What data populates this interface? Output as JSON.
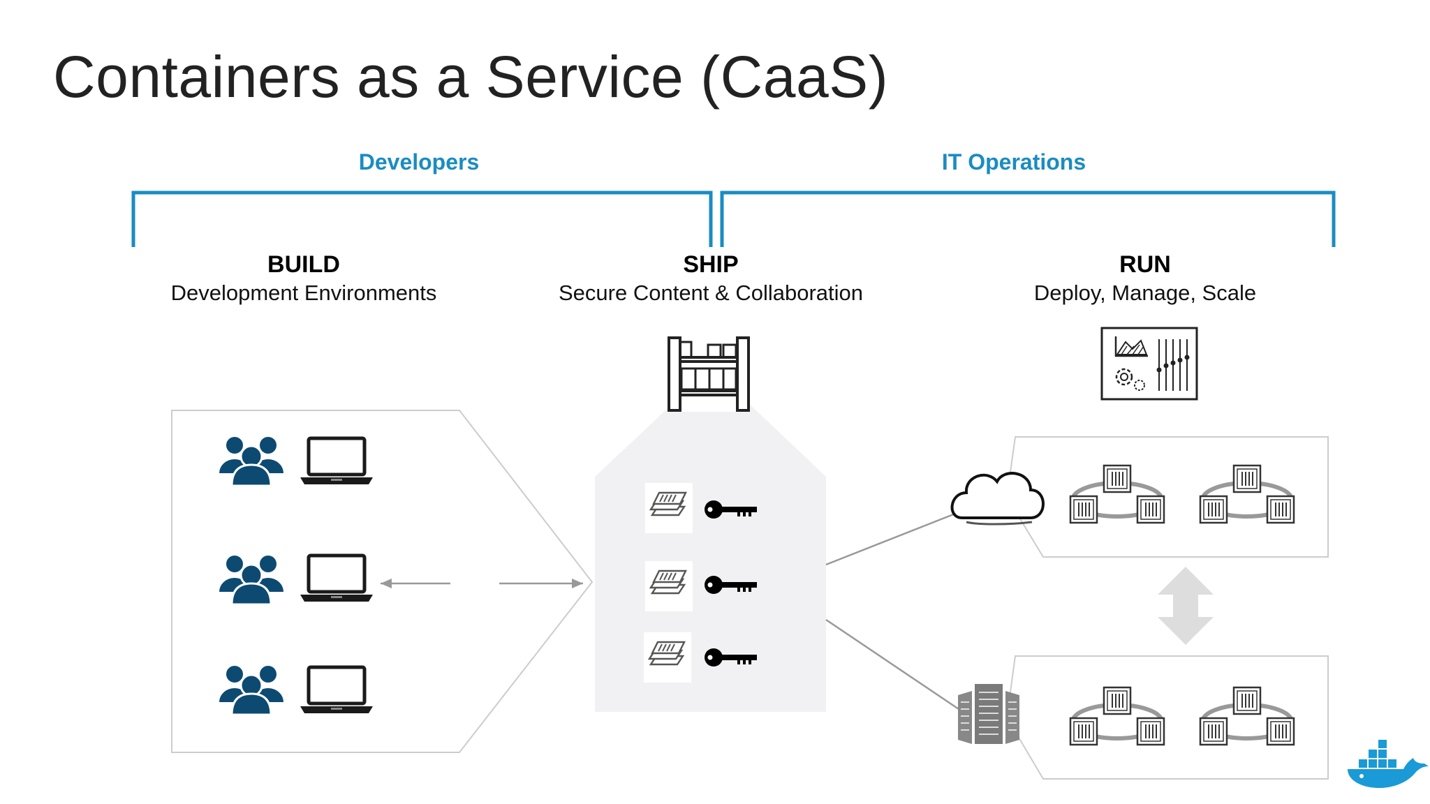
{
  "slide": {
    "title": "Containers as a Service (CaaS)"
  },
  "groups": {
    "developers": "Developers",
    "it_operations": "IT Operations"
  },
  "stages": {
    "build": {
      "heading": "BUILD",
      "subtitle": "Development Environments"
    },
    "ship": {
      "heading": "SHIP",
      "subtitle": "Secure Content & Collaboration"
    },
    "run": {
      "heading": "RUN",
      "subtitle": "Deploy, Manage, Scale"
    }
  },
  "icons": {
    "team": "team-icon",
    "laptop": "laptop-icon",
    "registry": "registry-icon",
    "image_stack": "image-stack-icon",
    "key": "key-icon",
    "control_panel": "control-panel-icon",
    "cloud": "cloud-icon",
    "datacenter": "datacenter-servers-icon",
    "container_cluster": "container-cluster-icon",
    "logo": "docker-whale-icon"
  },
  "colors": {
    "accent": "#1a8cc2",
    "team": "#0d4a72",
    "panel_fill": "#f1f1f3",
    "outline": "#cccccc",
    "whale": "#1a9ad6"
  }
}
